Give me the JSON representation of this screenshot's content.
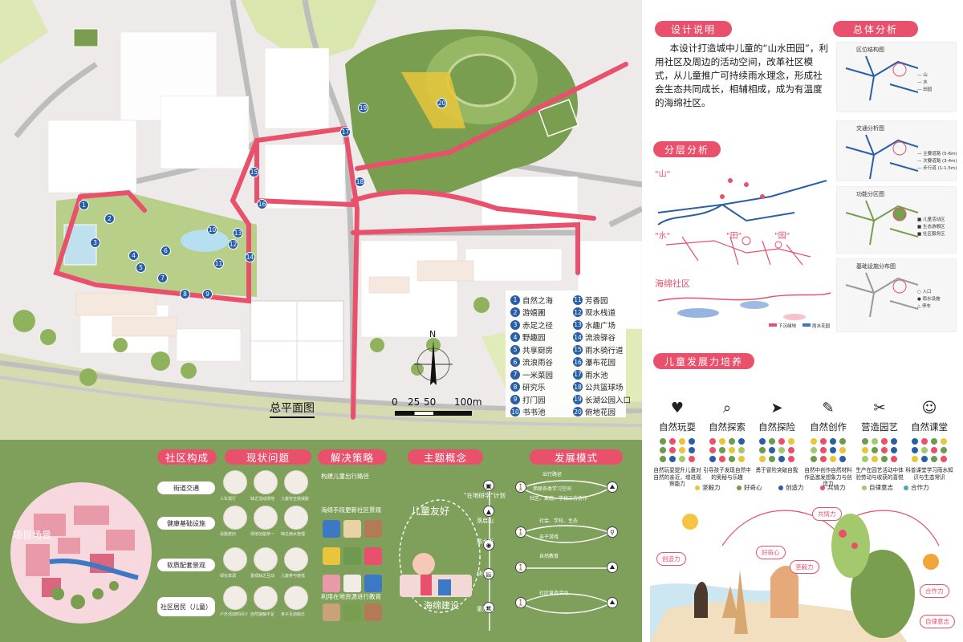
{
  "map": {
    "title": "总平面图",
    "compass": "N",
    "scale_labels": [
      "0",
      "25",
      "50",
      "100m"
    ],
    "legend": [
      {
        "num": "1",
        "label": "自然之海"
      },
      {
        "num": "11",
        "label": "芳香园"
      },
      {
        "num": "2",
        "label": "游嬉圃"
      },
      {
        "num": "12",
        "label": "观水栈道"
      },
      {
        "num": "3",
        "label": "赤足之径"
      },
      {
        "num": "13",
        "label": "水趣广场"
      },
      {
        "num": "4",
        "label": "野趣园"
      },
      {
        "num": "14",
        "label": "流浪驿谷"
      },
      {
        "num": "5",
        "label": "共享厨房"
      },
      {
        "num": "15",
        "label": "雨水骑行道"
      },
      {
        "num": "6",
        "label": "流浪雨谷"
      },
      {
        "num": "16",
        "label": "瀑布花园"
      },
      {
        "num": "7",
        "label": "一米菜园"
      },
      {
        "num": "17",
        "label": "雨水池"
      },
      {
        "num": "8",
        "label": "研究乐"
      },
      {
        "num": "18",
        "label": "公共篮球场"
      },
      {
        "num": "9",
        "label": "打门园"
      },
      {
        "num": "19",
        "label": "长湖公园入口"
      },
      {
        "num": "10",
        "label": "书书池"
      },
      {
        "num": "20",
        "label": "俯地花园"
      }
    ]
  },
  "sections": {
    "design": "设计说明",
    "overall": "总体分析",
    "layer": "分层分析",
    "kids": "儿童发展力培养",
    "community": "社区构成",
    "issue": "现状问题",
    "strategy": "解决策略",
    "theme": "主题概念",
    "mode": "发展模式"
  },
  "description": "本设计打造城中儿童的“山水田园”，利用社区及周边的活动空间，改革社区模式，从儿童推广可持续雨水理念，形成社会生态共同成长，相辅相成，成为有温度的海绵社区。",
  "overall_maps": [
    {
      "title": "区位结构图",
      "legend": [
        "— 山",
        "— 水",
        "— 田园"
      ]
    },
    {
      "title": "交通分析图",
      "legend": [
        "— 主要道路 (5-6m)",
        "— 次要道路 (3-4m)",
        "— 步行道 (1-1.5m)"
      ]
    },
    {
      "title": "功能分区图",
      "legend": [
        "■ 儿童活动区",
        "■ 生态游憩区",
        "■ 社区服务区"
      ]
    },
    {
      "title": "基础设施分布图",
      "legend": [
        "○ 入口",
        "● 雨水设施",
        "△ 停车"
      ]
    }
  ],
  "layers": {
    "shan": "\"山\"",
    "shui": "\"水\"",
    "tian": "\"田\"",
    "yuan": "\"园\"",
    "sponge": "海绵社区",
    "sponge_legend": [
      "下沉绿地",
      "雨水花园"
    ]
  },
  "dev": {
    "columns": [
      {
        "icon": "♥",
        "title": "自然玩耍",
        "text": "自然玩耍提升儿童对自然的亲近，增进观察能力",
        "colors": [
          "#6e9a4f",
          "#e8506b",
          "#e8c53a",
          "#2a5fa5",
          "#6e9a4f",
          "#e8506b",
          "#e8c53a",
          "#2a5fa5",
          "#6e9a4f",
          "#2a5fa5",
          "#a4c96c",
          "#e8506b"
        ]
      },
      {
        "icon": "⌕",
        "title": "自然探索",
        "text": "引导孩子发现自然中的奥秘与乐趣",
        "colors": [
          "#e8506b",
          "#e8c53a",
          "#6e9a4f",
          "#2a5fa5",
          "#e8506b",
          "#6e9a4f",
          "#e8c53a",
          "#a4c96c",
          "#2a5fa5",
          "#e8506b",
          "#6e9a4f",
          "#e8c53a"
        ]
      },
      {
        "icon": "➤",
        "title": "自然探险",
        "text": "勇于冒险突破自我",
        "colors": [
          "#2a5fa5",
          "#6e9a4f",
          "#e8506b",
          "#e8c53a",
          "#6e9a4f",
          "#2a5fa5",
          "#a4c96c",
          "#e8506b",
          "#e8c53a",
          "#6e9a4f",
          "#2a5fa5",
          "#e8506b"
        ]
      },
      {
        "icon": "✎",
        "title": "自然创作",
        "text": "自然中创作自然材料作品激发想象力与创造力",
        "colors": [
          "#e8c53a",
          "#e8506b",
          "#2a5fa5",
          "#6e9a4f",
          "#a4c96c",
          "#e8506b",
          "#2a5fa5",
          "#e8c53a",
          "#6e9a4f",
          "#e8506b",
          "#e8c53a",
          "#2a5fa5"
        ]
      },
      {
        "icon": "✂",
        "title": "营造园艺",
        "text": "生产在园艺活动中体验劳动与收获的喜悦",
        "colors": [
          "#6e9a4f",
          "#a4c96c",
          "#e8506b",
          "#2a5fa5",
          "#e8c53a",
          "#6e9a4f",
          "#e8506b",
          "#2a5fa5",
          "#a4c96c",
          "#e8c53a",
          "#6e9a4f",
          "#e8506b"
        ]
      },
      {
        "icon": "☺",
        "title": "自然课堂",
        "text": "科普课堂学习雨水知识与生态常识",
        "colors": [
          "#2a5fa5",
          "#e8506b",
          "#6e9a4f",
          "#e8c53a",
          "#2a5fa5",
          "#a4c96c",
          "#e8506b",
          "#6e9a4f",
          "#e8c53a",
          "#2a5fa5",
          "#6e9a4f",
          "#e8506b"
        ]
      }
    ],
    "keys": [
      {
        "label": "坚毅力",
        "color": "#e8c53a"
      },
      {
        "label": "好奇心",
        "color": "#6e9a4f"
      },
      {
        "label": "创造力",
        "color": "#2a5fa5"
      },
      {
        "label": "共情力",
        "color": "#e8506b"
      },
      {
        "label": "自律意志",
        "color": "#a4c96c"
      },
      {
        "label": "合作力",
        "color": "#5aa0b4"
      }
    ],
    "bubbles": [
      "共情力",
      "创造力",
      "好奇心",
      "坚毅力",
      "合作力",
      "自律意志"
    ]
  },
  "community": {
    "label": "项目场景",
    "cats": [
      "街道交通",
      "健康基础设施",
      "软质配套景观",
      "社区居民（儿童）"
    ],
    "issues": [
      [
        "人车混行",
        "缺乏活动场地",
        "儿童安全受威胁"
      ],
      [
        "设施老旧",
        "场地功能单一",
        "缺乏雨水管理"
      ],
      [
        "绿化单调",
        "景观缺乏互动",
        "儿童参与度低"
      ],
      [
        "户外活动时间少",
        "自然接触不足",
        "亲子互动缺乏"
      ]
    ],
    "strategies": [
      "构建儿童出行路径",
      "海绵手段更新社区景观",
      "利用在地资源进行教育"
    ]
  },
  "theme": {
    "ring": "儿童友好",
    "ring2": "海绵建设",
    "research": "\"在地研学\"计划",
    "nodes": [
      "落启山",
      "童水街",
      "块中田",
      "童乐园"
    ],
    "flows": [
      "出行路径",
      "串联各类学习空间",
      "社区、家庭、学校三方协作",
      "社会、学校、生态",
      "亲子游戏",
      "自然教育",
      "社区营造活动"
    ]
  }
}
